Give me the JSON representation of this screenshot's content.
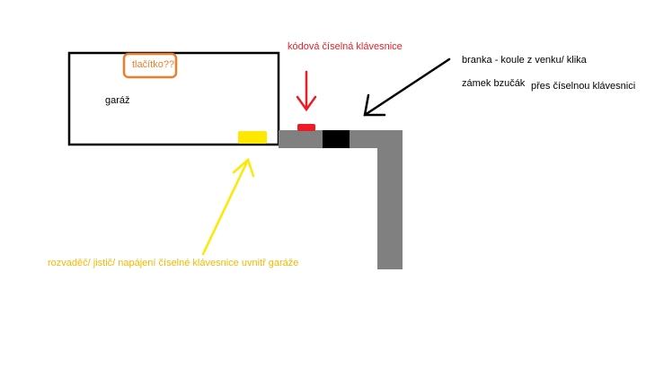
{
  "labels": {
    "garage": "garáž",
    "button": "tlačítko??",
    "keypad": "kódová číselná klávesnice",
    "gate": "branka - koule z venku/ klika",
    "lock": "zámek bzučák",
    "via_keypad": "přes číselnou klávesnici",
    "panel": "rozvaděč/ jistič/ napájení číselné klávesnice uvnitř garáže"
  },
  "colors": {
    "outline": "#000000",
    "wall": "#808080",
    "keypad": "#ed1c24",
    "button": "#f07d2a",
    "panel": "#ffe800",
    "panel_text": "#f5b800",
    "lock": "#000000"
  }
}
